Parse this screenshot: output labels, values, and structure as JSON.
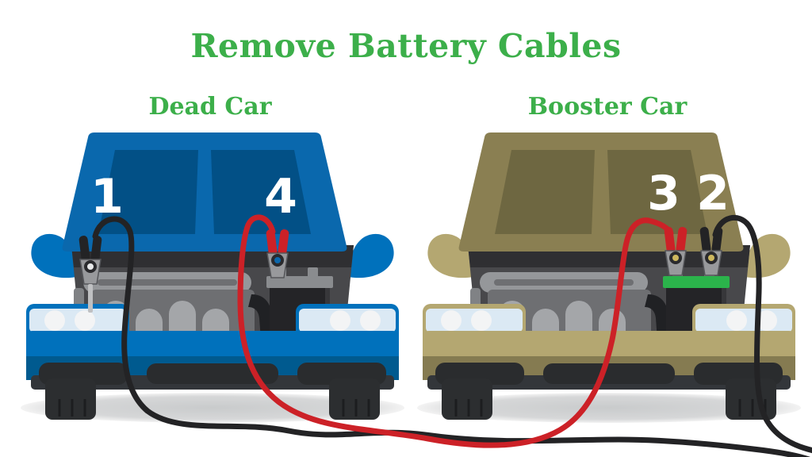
{
  "title": "Remove Battery Cables",
  "dead_car": {
    "label": "Dead Car",
    "step_ground_clamp": "1",
    "step_positive_clamp": "4"
  },
  "booster_car": {
    "label": "Booster Car",
    "step_positive_clamp": "3",
    "step_negative_clamp": "2"
  },
  "colors": {
    "accent_green": "#3caf4a",
    "dead_car_body": "#0071bc",
    "booster_car_body": "#b4a771",
    "cable_red": "#cc2127",
    "cable_black": "#232325",
    "battery_charged_indicator": "#2bb34b"
  }
}
